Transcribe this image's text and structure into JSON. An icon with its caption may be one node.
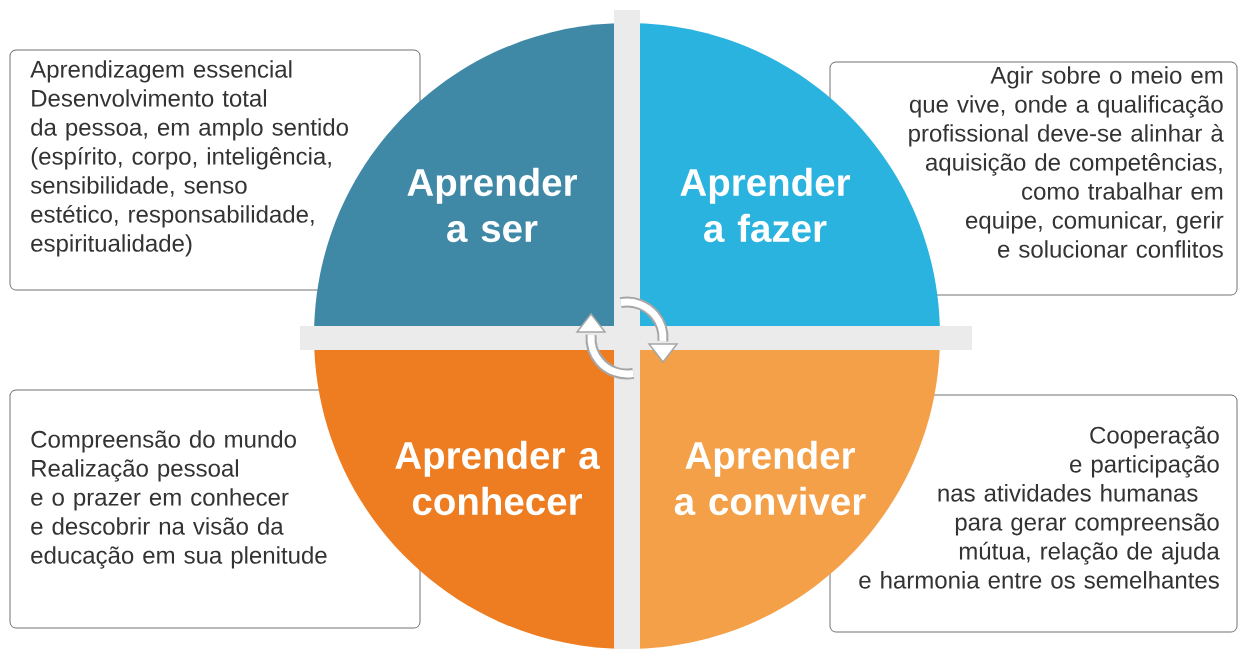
{
  "diagram": {
    "nodes": [
      {
        "text": [
          "Aprender a ser"
        ]
      },
      {
        "text": [
          "Aprender a fazer"
        ]
      },
      {
        "text": [
          "Aprender a conhecer"
        ]
      },
      {
        "text": [
          "Aprender a conviver"
        ]
      },
      {
        "text": [
          "Aprendizagem essencial",
          "Desenvolvimento total da pessoa, em amplo sentido (espírito, corpo, inteligência, sensibilidade, senso estético, responsabilidade, espiritualidade)"
        ]
      },
      {
        "text": [
          "Agir sobre o meio em que vive, onde a qualificação profissional deve-se alinhar à aquisição de competências, como trabalhar em equipe, comunicar, gerir e solucionar conflitos"
        ]
      },
      {
        "text": [
          "Compreensão do mundo",
          "Realização pessoal e o prazer em conhecer e descobrir na visão da educação em sua plenitude"
        ]
      },
      {
        "text": [
          "Cooperação e participação nas atividades humanas",
          "para gerar compreensão mútua, relação de ajuda e harmonia entre os semelhantes"
        ]
      },
      {
        "text": [],
        "shape": "picture"
      }
    ]
  }
}
